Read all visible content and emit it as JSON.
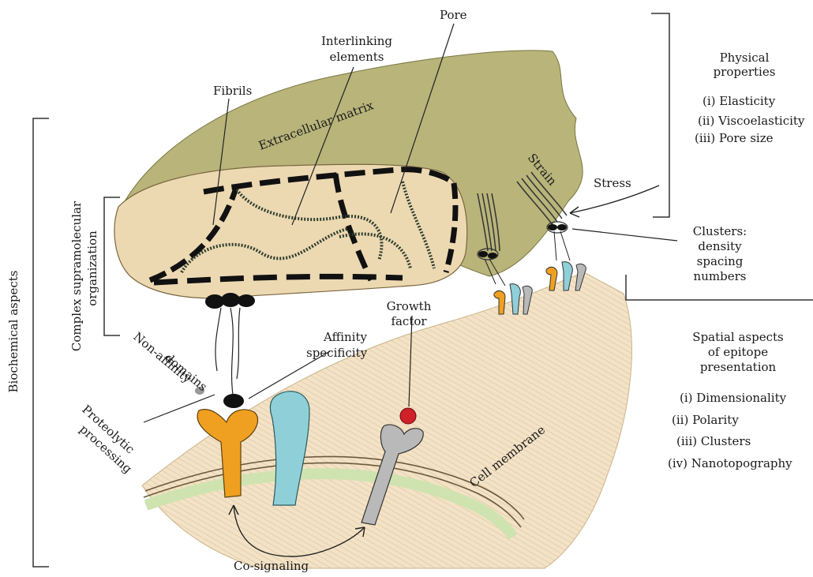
{
  "labels": {
    "pore": "Pore",
    "interlinking_1": "Interlinking",
    "interlinking_2": "elements",
    "fibrils": "Fibrils",
    "extracellular_matrix": "Extracellular matrix",
    "strain": "Strain",
    "stress": "Stress",
    "complex_1": "Complex supramolecular",
    "complex_2": "organization",
    "biochemical_aspects": "Biochemical aspects",
    "non_affinity_1": "Non-affinity",
    "non_affinity_2": "domains",
    "affinity_1": "Affinity",
    "affinity_2": "specificity",
    "growth_1": "Growth",
    "growth_2": "factor",
    "proteolytic_1": "Proteolytic",
    "proteolytic_2": "processing",
    "cell_membrane": "Cell membrane",
    "co_signaling": "Co-signaling"
  },
  "physical": {
    "title_1": "Physical",
    "title_2": "properties",
    "items": [
      "(i) Elasticity",
      "(ii) Viscoelasticity",
      "(iii) Pore size"
    ]
  },
  "clusters": {
    "lines": [
      "Clusters:",
      "density",
      "spacing",
      "numbers"
    ]
  },
  "spatial": {
    "title_1": "Spatial aspects",
    "title_2": "of epitope",
    "title_3": "presentation",
    "items": [
      "(i) Dimensionality",
      "(ii) Polarity",
      "(iii) Clusters",
      "(iv) Nanotopography"
    ]
  },
  "colors": {
    "ecm": "#b8b47a",
    "tan": "#ecd9b2",
    "cell": "#f2e1c4",
    "membrane_green": "#cfe3b0",
    "receptor_orange": "#f0a020",
    "receptor_blue": "#8fcfd8",
    "receptor_gray": "#b9b9b9",
    "growth_factor": "#d0202a"
  }
}
